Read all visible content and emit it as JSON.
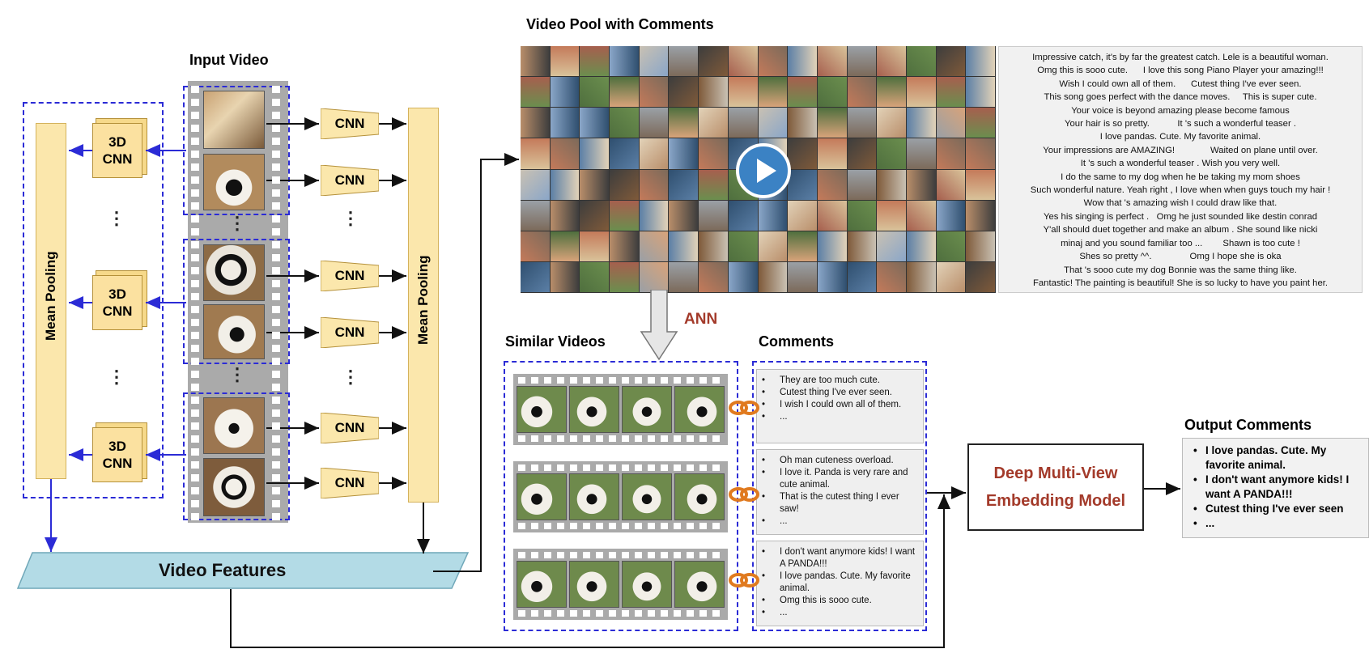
{
  "titles": {
    "input_video": "Input Video",
    "video_pool": "Video Pool with Comments",
    "similar_videos": "Similar Videos",
    "comments": "Comments",
    "output_comments": "Output Comments"
  },
  "labels": {
    "mean_pooling_left": "Mean Pooling",
    "mean_pooling_right": "Mean Pooling",
    "cnn3d_line1": "3D",
    "cnn3d_line2": "CNN",
    "cnn": "CNN",
    "dots": "⋮",
    "video_features": "Video Features",
    "ann": "ANN",
    "embedding_line1": "Deep Multi-View",
    "embedding_line2": "Embedding Model"
  },
  "pool_comments": [
    "Impressive catch, it's by far the greatest catch. Lele is a beautiful woman.",
    "Omg this is sooo cute.      I love this song Piano Player your amazing!!!",
    "Wish I could own all of them.      Cutest thing I've ever seen.",
    "This song goes perfect with the dance moves.     This is super cute.",
    "Your voice is beyond amazing please become famous",
    "Your hair is so pretty.           It 's such a wonderful teaser .",
    "I love pandas. Cute. My favorite animal.",
    "Your impressions are AMAZING!              Waited on plane until over.",
    "It 's such a wonderful teaser . Wish you very well.",
    "I do the same to my dog when he be taking my mom shoes",
    "Such wonderful nature. Yeah right , I love when when guys touch my hair !",
    "Wow that 's amazing wish I could draw like that.",
    "Yes his singing is perfect .   Omg he just sounded like destin conrad",
    "Y'all should duet together and make an album . She sound like nicki",
    "minaj and you sound familiar too ...        Shawn is too cute !",
    "Shes so pretty ^^.               Omg I hope she is oka",
    "That 's sooo cute my dog Bonnie was the same thing like.",
    "Fantastic! The painting is beautiful! She is so lucky to have you paint her."
  ],
  "similar_comments": [
    [
      "They are too much cute.",
      "Cutest thing I've ever seen.",
      "I wish I could own all of them.",
      "..."
    ],
    [
      "Oh man cuteness overload.",
      "I love it. Panda is very rare and cute animal.",
      "That is the cutest thing I ever saw!",
      "..."
    ],
    [
      "I don't want anymore kids! I want A PANDA!!!",
      "I love pandas. Cute. My favorite animal.",
      "Omg this is sooo cute.",
      "..."
    ]
  ],
  "output_comments": [
    "I love pandas. Cute. My favorite animal.",
    "I don't want anymore kids! I want A PANDA!!!",
    "Cutest thing I've ever seen",
    "..."
  ],
  "colors": {
    "dashed_border": "#2b2bd6",
    "pooling_fill": "#fbe7ac",
    "features_fill": "#b3dbe6",
    "accent_red": "#a33a2a",
    "link_orange": "#e07a1f",
    "play_blue": "#3b82c4"
  },
  "icons": [
    "play-icon",
    "chain-link-icon"
  ]
}
